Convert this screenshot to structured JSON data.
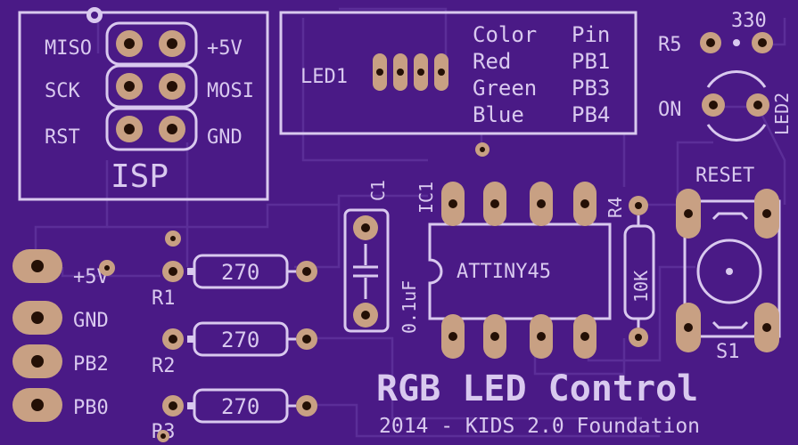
{
  "colors": {
    "board": "#4a1a86",
    "silkscreen": "#d9c9ef",
    "pad": "#c8a083",
    "trace": "#5b2e98"
  },
  "isp": {
    "title": "ISP",
    "left_labels": [
      "MISO",
      "SCK",
      "RST"
    ],
    "right_labels": [
      "+5V",
      "MOSI",
      "GND"
    ]
  },
  "led1": {
    "designator": "LED1",
    "table_headers": [
      "Color",
      "Pin"
    ],
    "rows": [
      [
        "Red",
        "PB1"
      ],
      [
        "Green",
        "PB3"
      ],
      [
        "Blue",
        "PB4"
      ]
    ]
  },
  "r5": {
    "designator": "R5",
    "value": "330"
  },
  "led2": {
    "designator": "LED2",
    "label": "ON"
  },
  "reset": {
    "label": "RESET",
    "designator": "S1"
  },
  "c1": {
    "designator": "C1",
    "value": "0.1uF"
  },
  "ic1": {
    "designator": "IC1",
    "part": "ATTINY45"
  },
  "r4": {
    "designator": "R4",
    "value": "10K"
  },
  "resistors": [
    {
      "designator": "R1",
      "value": "270"
    },
    {
      "designator": "R2",
      "value": "270"
    },
    {
      "designator": "R3",
      "value": "270"
    }
  ],
  "header": {
    "labels": [
      "+5V",
      "GND",
      "PB2",
      "PB0"
    ]
  },
  "title": "RGB LED Control",
  "subtitle": "2014 - KIDS 2.0 Foundation"
}
